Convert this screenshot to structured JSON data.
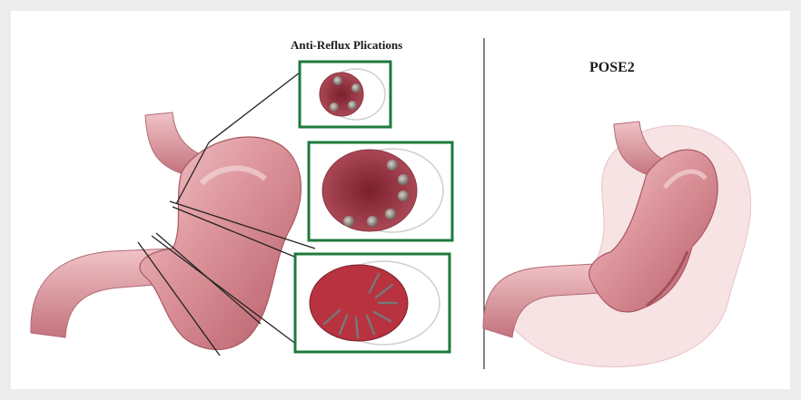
{
  "figure": {
    "left_panel_title": "Anti-Reflux Plications",
    "right_panel_title": "POSE2",
    "inset_border_color": "#1e7a3c",
    "stomach_color": "#d98c93",
    "stomach_shadow_color": "#b8616c",
    "insets": [
      {
        "name": "upper cross-section",
        "plication_count": 4
      },
      {
        "name": "middle cross-section",
        "plication_count": 6
      },
      {
        "name": "lower cross-section",
        "plication_count": 8
      }
    ]
  }
}
